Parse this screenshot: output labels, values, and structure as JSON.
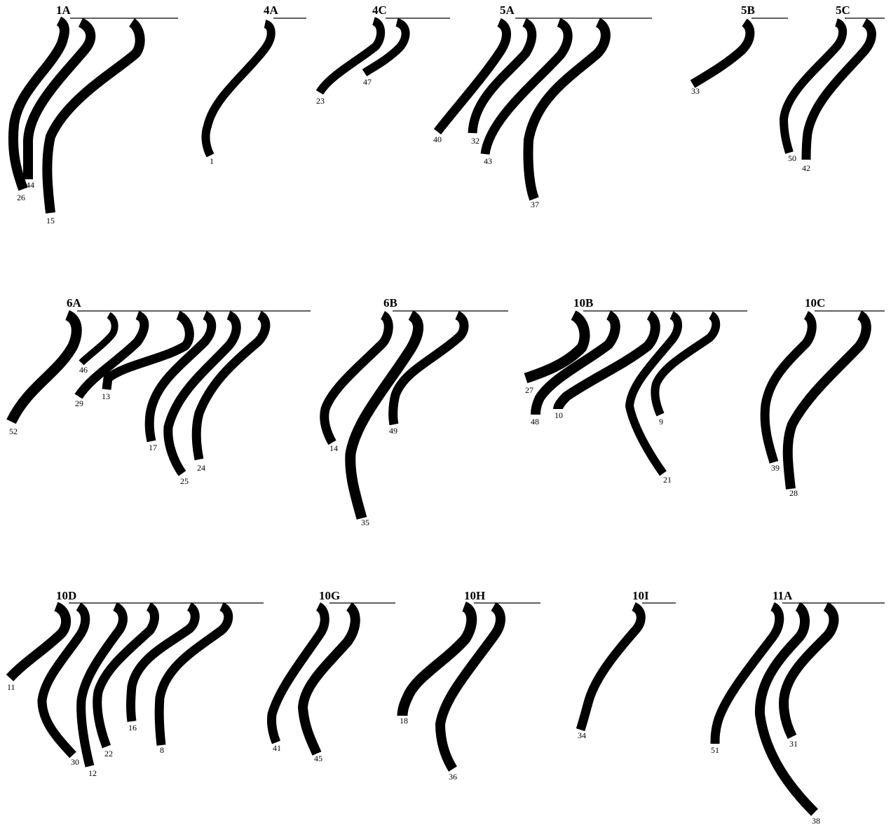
{
  "groups": [
    {
      "id": "1A",
      "label": "1A",
      "strokes": [
        "26",
        "44",
        "15"
      ]
    },
    {
      "id": "4A",
      "label": "4A",
      "strokes": [
        "1"
      ]
    },
    {
      "id": "4C",
      "label": "4C",
      "strokes": [
        "23",
        "47"
      ]
    },
    {
      "id": "5A",
      "label": "5A",
      "strokes": [
        "40",
        "32",
        "43",
        "37"
      ]
    },
    {
      "id": "5B",
      "label": "5B",
      "strokes": [
        "33"
      ]
    },
    {
      "id": "5C",
      "label": "5C",
      "strokes": [
        "50",
        "42"
      ]
    },
    {
      "id": "6A",
      "label": "6A",
      "strokes": [
        "52",
        "46",
        "29",
        "13",
        "17",
        "25",
        "24"
      ]
    },
    {
      "id": "6B",
      "label": "6B",
      "strokes": [
        "14",
        "35",
        "49"
      ]
    },
    {
      "id": "10B",
      "label": "10B",
      "strokes": [
        "27",
        "48",
        "10",
        "21",
        "9"
      ]
    },
    {
      "id": "10C",
      "label": "10C",
      "strokes": [
        "39",
        "28"
      ]
    },
    {
      "id": "10D",
      "label": "10D",
      "strokes": [
        "11",
        "30",
        "12",
        "22",
        "16",
        "8"
      ]
    },
    {
      "id": "10G",
      "label": "10G",
      "strokes": [
        "41",
        "45"
      ]
    },
    {
      "id": "10H",
      "label": "10H",
      "strokes": [
        "18",
        "36"
      ]
    },
    {
      "id": "10I",
      "label": "10I",
      "strokes": [
        "34"
      ]
    },
    {
      "id": "11A",
      "label": "11A",
      "strokes": [
        "51",
        "31",
        "38"
      ]
    }
  ],
  "colors": {
    "ink": "#000000",
    "background": "#ffffff"
  }
}
